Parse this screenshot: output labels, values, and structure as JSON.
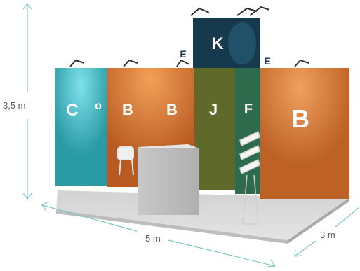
{
  "dimensions": {
    "height": "3,5 m",
    "width": "5 m",
    "depth": "3 m"
  },
  "panels": {
    "c": "C",
    "o": "o",
    "b_left": "B",
    "b_middle": "B",
    "j": "J",
    "f": "F",
    "b_right": "B",
    "k": "K",
    "e_left": "E",
    "e_right": "E"
  },
  "colors": {
    "panel_c": "#2a9aa5",
    "panel_b": "#c0642a",
    "panel_j": "#5f6a2a",
    "panel_f": "#2e6b4d",
    "tower_k": "#16394d",
    "floor": "#d9d9d9",
    "dimension_lines": "#7fc5c5"
  }
}
